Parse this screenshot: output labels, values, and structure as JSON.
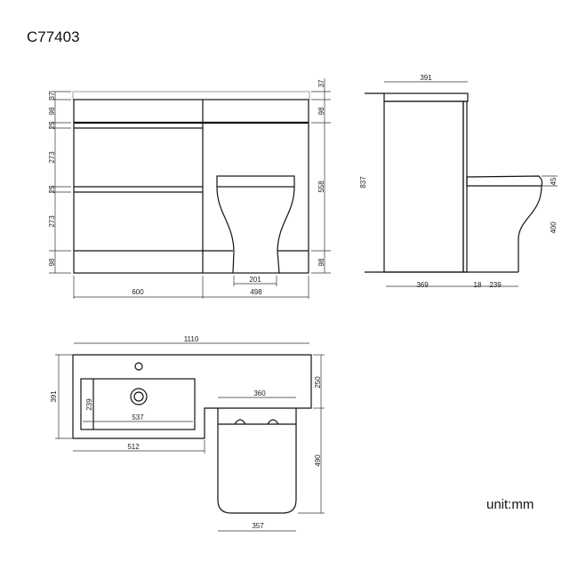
{
  "title": "C77403",
  "unit_label": "unit:mm",
  "front_view": {
    "left_dims": [
      "37",
      "98",
      "25",
      "273",
      "25",
      "273",
      "98"
    ],
    "right_dims": [
      "37",
      "98",
      "558",
      "98"
    ],
    "bottom_dims": [
      "600",
      "498"
    ],
    "toilet_base_width": "201"
  },
  "side_view": {
    "top_depth": "391",
    "height": "837",
    "bottom_dims": [
      "369",
      "18",
      "239"
    ],
    "seat_thickness": "45",
    "pan_height": "400"
  },
  "top_view": {
    "overall_width": "1110",
    "overall_depth": "391",
    "basin_depth": "239",
    "basin_width": "537",
    "vanity_width": "512",
    "toilet_top_width": "360",
    "back_depth": "250",
    "toilet_depth": "490",
    "toilet_bottom_width": "357"
  }
}
